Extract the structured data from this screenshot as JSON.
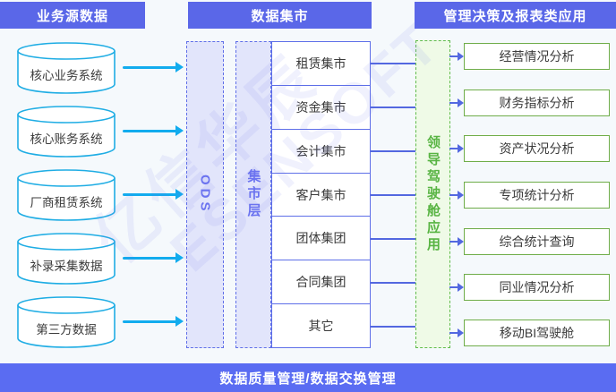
{
  "colors": {
    "header_purple": "#5A67E8",
    "footer_purple": "#5A6CF2",
    "cyan_arrow": "#12ACEE",
    "cylinder_border": "#1FADE4",
    "mart_border": "#5E6FE8",
    "lavender_fill": "#E2E5FB",
    "green_border": "#5FBB4A",
    "green_fill": "#EFFAE7",
    "app_border": "#6FAD49",
    "connector": "#5368E0"
  },
  "headers": {
    "left": "业务源数据",
    "middle": "数据集市",
    "right": "管理决策及报表类应用"
  },
  "source_systems": [
    "核心业务系统",
    "核心账务系统",
    "厂商租赁系统",
    "补录采集数据",
    "第三方数据"
  ],
  "ods_label": "ODS",
  "mart_layer_label": "集市层",
  "marts": [
    "租赁集市",
    "资金集市",
    "会计集市",
    "客户集市",
    "团体集团",
    "合同集团",
    "其它"
  ],
  "cockpit_label": "领导驾驶舱应用",
  "applications": [
    "经营情况分析",
    "财务指标分析",
    "资产状况分析",
    "专项统计分析",
    "综合统计查询",
    "同业情况分析",
    "移动BI驾驶舱"
  ],
  "footer": "数据质量管理/数据交换管理",
  "watermark": {
    "line1": "亿信华辰",
    "line2": "ESENSOFT"
  }
}
